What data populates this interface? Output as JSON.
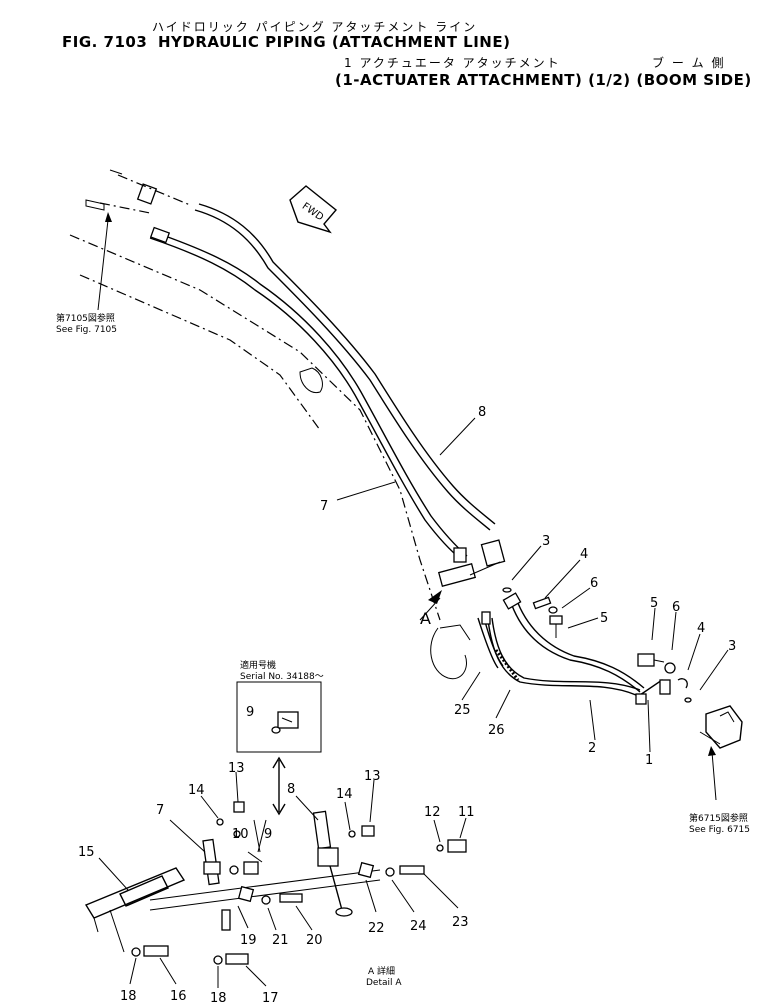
{
  "header": {
    "line1_jp": "ハイドロリック パイピング アタッチメント ライン",
    "fig_number": "FIG. 7103",
    "title": "HYDRAULIC PIPING (ATTACHMENT LINE)",
    "line3_jp_left": "1 アクチュエータ アタッチメント",
    "line3_jp_right": "ブ ー ム 側",
    "subtitle": "(1-ACTUATER ATTACHMENT) (1/2) (BOOM SIDE)"
  },
  "labels": {
    "fwd": "FWD",
    "detail_a_letter": "A",
    "see7105_jp": "第7105図参照",
    "see7105_en": "See Fig. 7105",
    "see6715_jp": "第6715図参照",
    "see6715_en": "See Fig. 6715",
    "serial_jp": "適用号機",
    "serial_en": "Serial No. 34188～",
    "detail_jp": "A 詳細",
    "detail_en": "Detail A"
  },
  "callouts": {
    "c1": "1",
    "c2": "2",
    "c3a": "3",
    "c3b": "3",
    "c4a": "4",
    "c4b": "4",
    "c5a": "5",
    "c5b": "5",
    "c6a": "6",
    "c6b": "6",
    "c7a": "7",
    "c7b": "7",
    "c8a": "8",
    "c8b": "8",
    "c9a": "9",
    "c9b": "9",
    "c10": "10",
    "c11": "11",
    "c12": "12",
    "c13a": "13",
    "c13b": "13",
    "c14a": "14",
    "c14b": "14",
    "c15": "15",
    "c16": "16",
    "c17": "17",
    "c18a": "18",
    "c18b": "18",
    "c19": "19",
    "c20": "20",
    "c21": "21",
    "c22": "22",
    "c23": "23",
    "c24": "24",
    "c25": "25",
    "c26": "26"
  }
}
